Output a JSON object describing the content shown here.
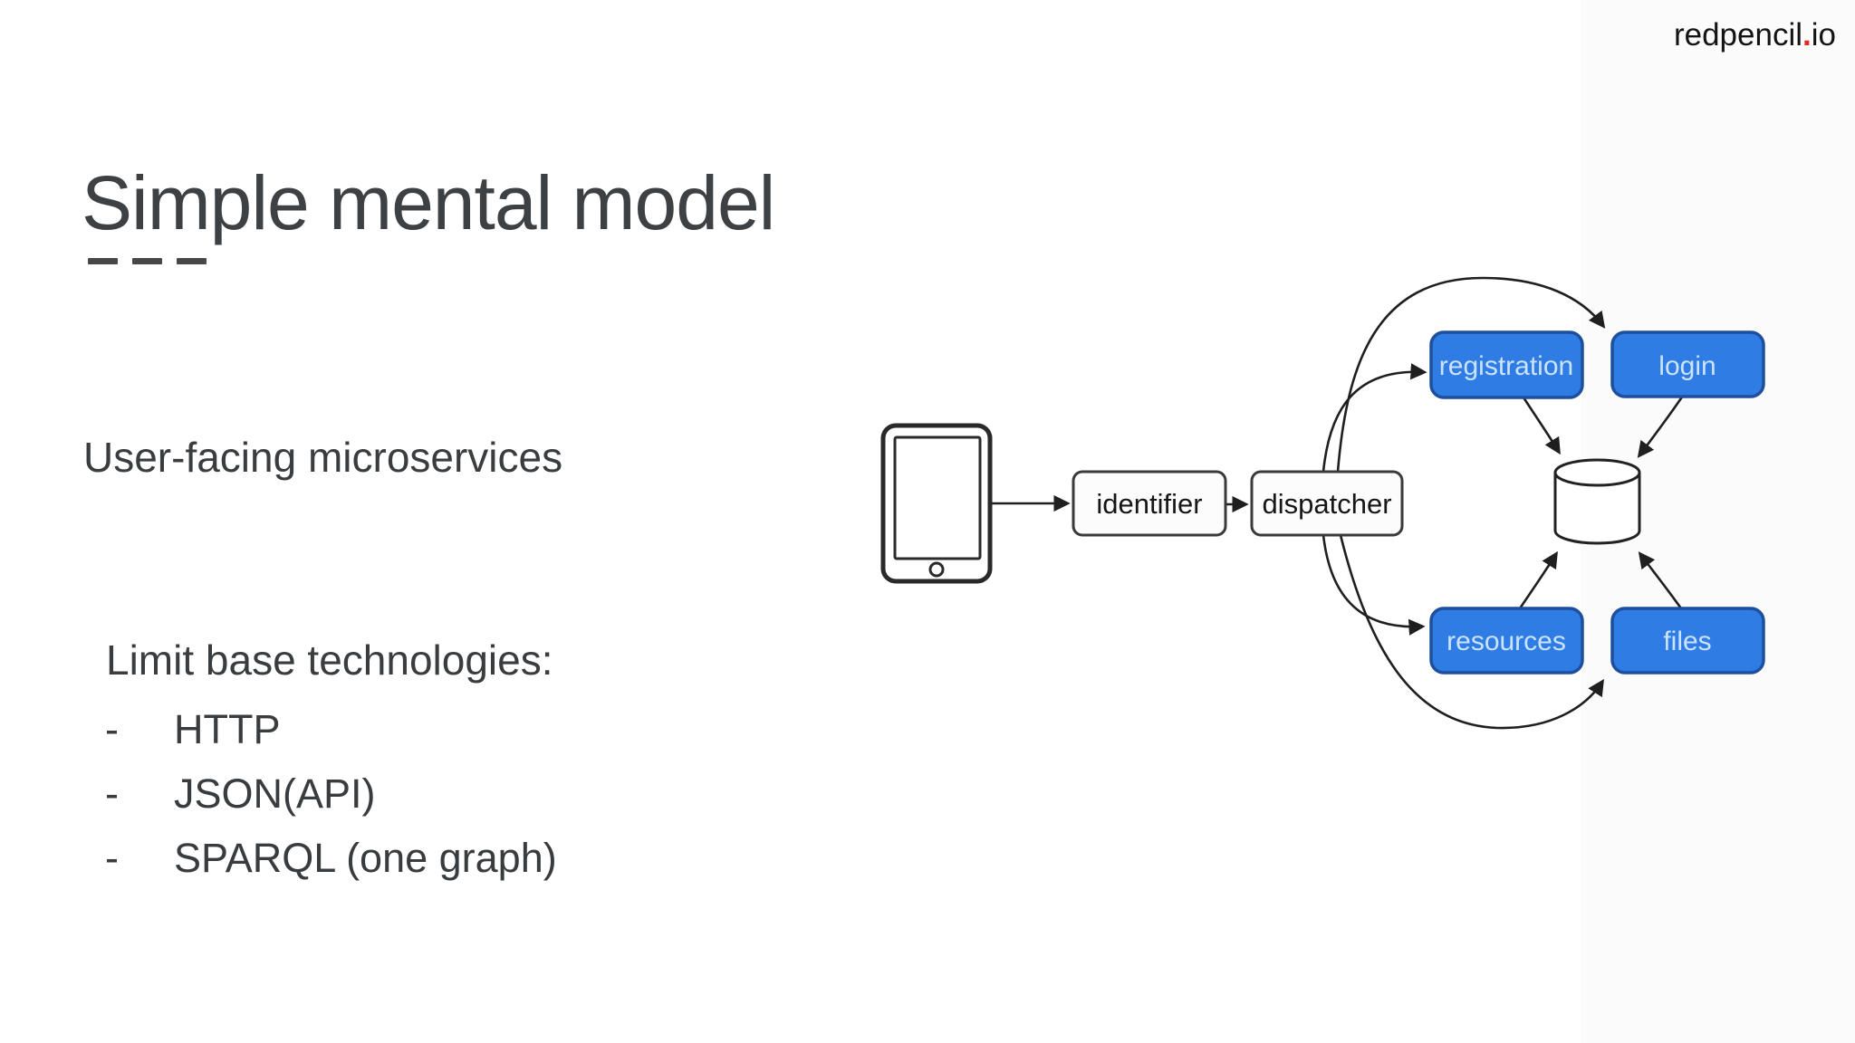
{
  "brand": {
    "prefix": "redpencil",
    "dot": ".",
    "suffix": "io",
    "dot_color": "#e8281e"
  },
  "slide": {
    "title": "Simple mental model",
    "title_underline_dash_count": 3,
    "intro": "User-facing microservices",
    "list_heading": "Limit base technologies:",
    "bullet_marker": "-",
    "bullets": [
      "HTTP",
      "JSON(API)",
      "SPARQL (one graph)"
    ]
  },
  "diagram": {
    "device": {
      "type": "tablet-icon"
    },
    "nodes": {
      "identifier": {
        "label": "identifier",
        "style": "plain"
      },
      "dispatcher": {
        "label": "dispatcher",
        "style": "plain"
      },
      "registration": {
        "label": "registration",
        "style": "service"
      },
      "login": {
        "label": "login",
        "style": "service"
      },
      "resources": {
        "label": "resources",
        "style": "service"
      },
      "files": {
        "label": "files",
        "style": "service"
      }
    },
    "datastore": {
      "type": "database-cylinder"
    },
    "edges": [
      "device->identifier",
      "identifier->dispatcher",
      "dispatcher->registration",
      "dispatcher->login",
      "dispatcher->resources",
      "dispatcher->files",
      "registration->database",
      "login->database",
      "resources->database",
      "files->database"
    ],
    "colors": {
      "service_fill": "#2e7ce4",
      "service_border": "#1e4f9c",
      "service_text": "#cbe3ff",
      "plain_fill": "#fcfcfc",
      "plain_border": "#3a3a3a",
      "line": "#1f1f1f"
    }
  }
}
